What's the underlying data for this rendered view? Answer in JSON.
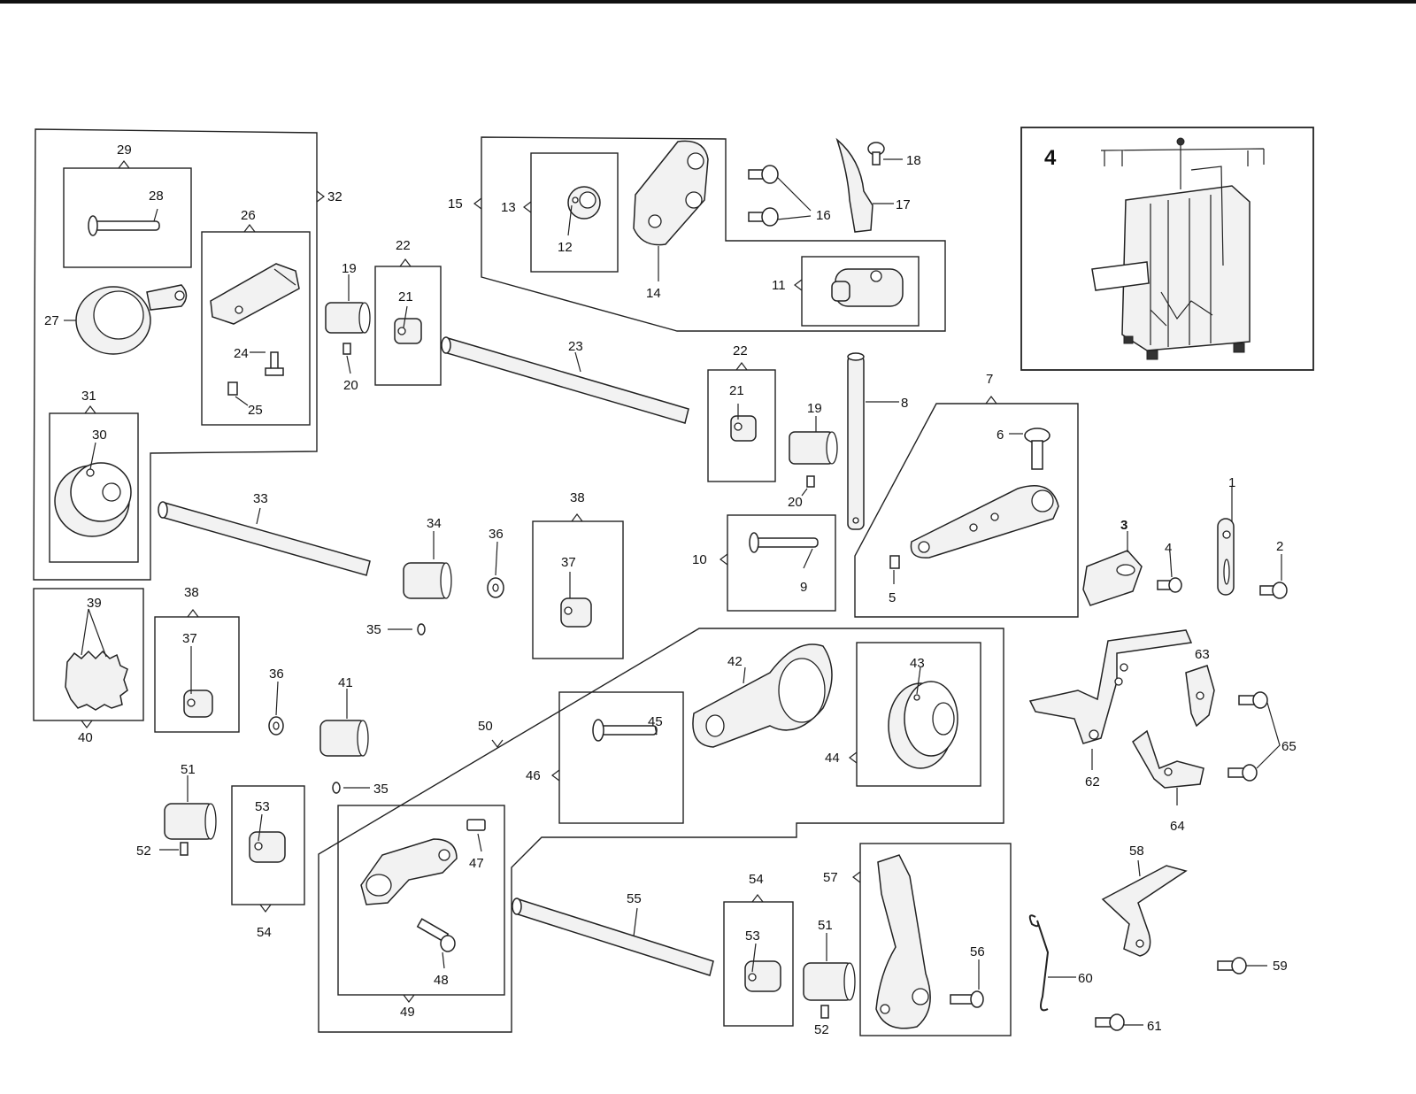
{
  "figure_number": "4",
  "labels": {
    "l1": "1",
    "l2": "2",
    "l3": "3",
    "l4": "4",
    "l5": "5",
    "l6": "6",
    "l7": "7",
    "l8": "8",
    "l9": "9",
    "l10": "10",
    "l11": "11",
    "l12": "12",
    "l13": "13",
    "l14": "14",
    "l15": "15",
    "l16": "16",
    "l17": "17",
    "l18": "18",
    "l19a": "19",
    "l19b": "19",
    "l20a": "20",
    "l20b": "20",
    "l21a": "21",
    "l21b": "21",
    "l22a": "22",
    "l22b": "22",
    "l23": "23",
    "l24": "24",
    "l25": "25",
    "l26": "26",
    "l27": "27",
    "l28": "28",
    "l29": "29",
    "l30": "30",
    "l31": "31",
    "l32": "32",
    "l33": "33",
    "l34": "34",
    "l35a": "35",
    "l35b": "35",
    "l36a": "36",
    "l36b": "36",
    "l37a": "37",
    "l37b": "37",
    "l38a": "38",
    "l38b": "38",
    "l39": "39",
    "l40": "40",
    "l41": "41",
    "l42": "42",
    "l43": "43",
    "l44": "44",
    "l45": "45",
    "l46": "46",
    "l47": "47",
    "l48": "48",
    "l49": "49",
    "l50": "50",
    "l51a": "51",
    "l51b": "51",
    "l52a": "52",
    "l52b": "52",
    "l53a": "53",
    "l53b": "53",
    "l54a": "54",
    "l54b": "54",
    "l55": "55",
    "l56": "56",
    "l57": "57",
    "l58": "58",
    "l59": "59",
    "l60": "60",
    "l61": "61",
    "l62": "62",
    "l63": "63",
    "l64": "64",
    "l65": "65"
  }
}
